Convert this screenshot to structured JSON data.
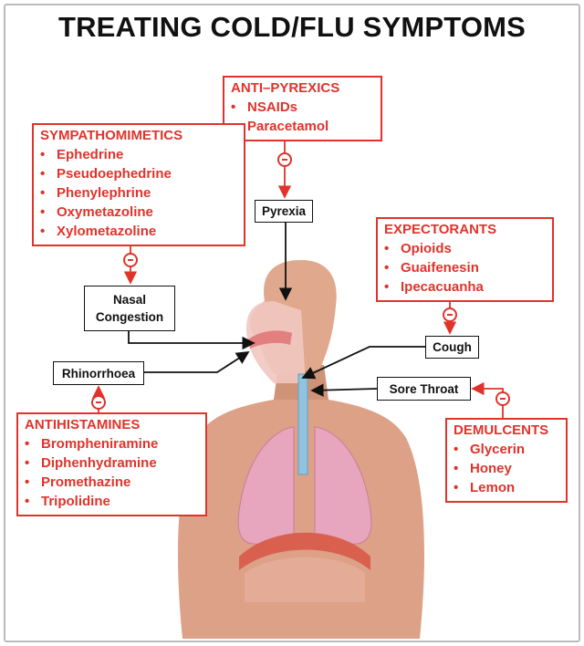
{
  "title": "TREATING COLD/FLU SYMPTOMS",
  "drug_classes": {
    "anti_pyrexics": {
      "heading": "ANTI–PYREXICS",
      "items": [
        "NSAIDs",
        "Paracetamol"
      ]
    },
    "sympathomimetics": {
      "heading": "SYMPATHOMIMETICS",
      "items": [
        "Ephedrine",
        "Pseudoephedrine",
        "Phenylephrine",
        "Oxymetazoline",
        "Xylometazoline"
      ]
    },
    "expectorants": {
      "heading": "EXPECTORANTS",
      "items": [
        "Opioids",
        "Guaifenesin",
        "Ipecacuanha"
      ]
    },
    "antihistamines": {
      "heading": "ANTIHISTAMINES",
      "items": [
        "Brompheniramine",
        "Diphenhydramine",
        "Promethazine",
        "Tripolidine"
      ]
    },
    "demulcents": {
      "heading": "DEMULCENTS",
      "items": [
        "Glycerin",
        "Honey",
        "Lemon"
      ]
    }
  },
  "symptoms": {
    "pyrexia": "Pyrexia",
    "nasal_congestion": "Nasal Congestion",
    "cough": "Cough",
    "rhinorrhoea": "Rhinorrhoea",
    "sore_throat": "Sore Throat"
  },
  "colors": {
    "accent": "#e0332b",
    "skin": "#e2a68a",
    "lung": "#e7a6be",
    "trachea": "#8fc3e0"
  }
}
